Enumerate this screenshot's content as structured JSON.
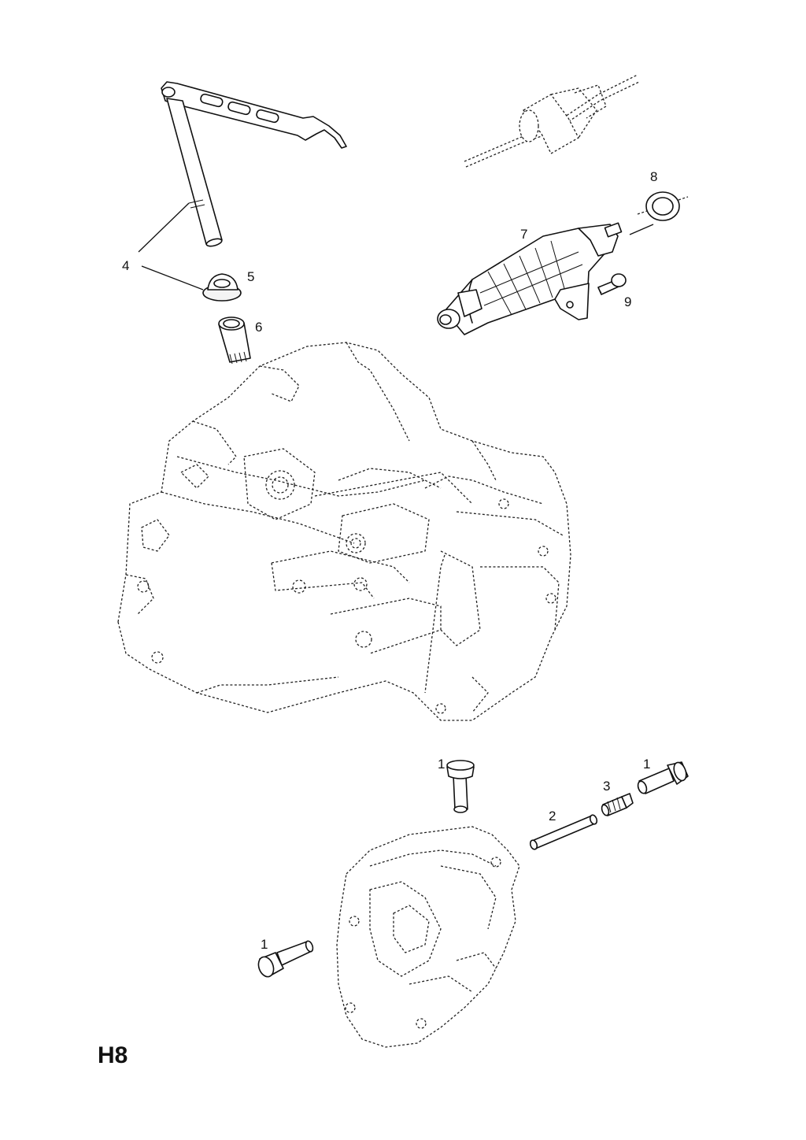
{
  "callouts": {
    "c1a": "1",
    "c1b": "1",
    "c1c": "1",
    "c2": "2",
    "c3": "3",
    "c4": "4",
    "c5": "5",
    "c6": "6",
    "c7": "7",
    "c8": "8",
    "c9": "9"
  },
  "page_code": "H8"
}
